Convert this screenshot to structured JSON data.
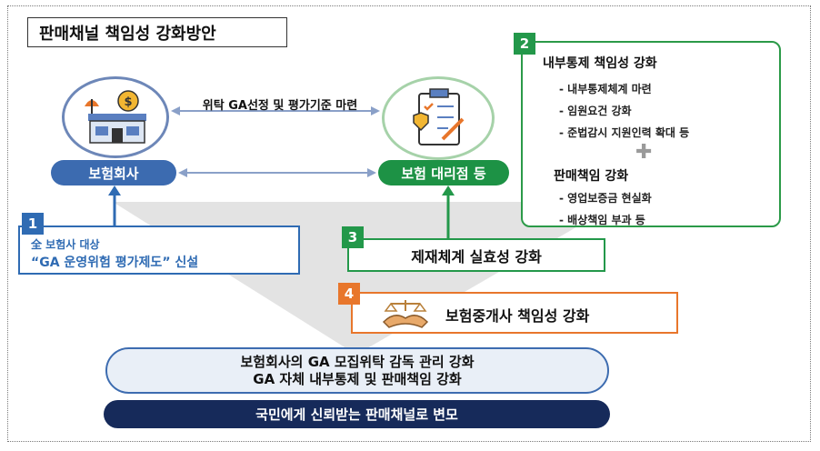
{
  "title": "판매채널 책임성 강화방안",
  "left_entity": {
    "label": "보험회사"
  },
  "right_entity": {
    "label": "보험 대리점 등"
  },
  "top_link": {
    "label": "위탁 GA선정 및 평가기준 마련"
  },
  "box1": {
    "number": "1",
    "line1": "全 보험사 대상",
    "line2": "“GA 운영위험 평가제도” 신설"
  },
  "box2": {
    "number": "2",
    "heading1": "내부통제 책임성 강화",
    "items1": [
      "- 내부통제체계 마련",
      "- 임원요건 강화",
      "- 준법감시 지원인력 확대 등"
    ],
    "plus": "✚",
    "heading2": "판매책임 강화",
    "items2": [
      "- 영업보증금 현실화",
      "- 배상책임 부과 등"
    ]
  },
  "box3": {
    "number": "3",
    "text": "제재체계 실효성 강화"
  },
  "box4": {
    "number": "4",
    "text": "보험중개사 책임성 강화"
  },
  "summary": {
    "line1": "보험회사의 GA 모집위탁 감독 관리 강화",
    "line2": "GA 자체 내부통제 및 판매책임 강화"
  },
  "footer": {
    "text": "국민에게 신뢰받는 판매채널로 변모"
  },
  "icons": {
    "left": "insurance-building-icon",
    "right": "checklist-clipboard-icon",
    "box4": "handshake-scale-icon"
  },
  "colors": {
    "blue": "#2f6bb3",
    "green": "#23984a",
    "orange": "#e8762b",
    "navy": "#162a5a"
  }
}
